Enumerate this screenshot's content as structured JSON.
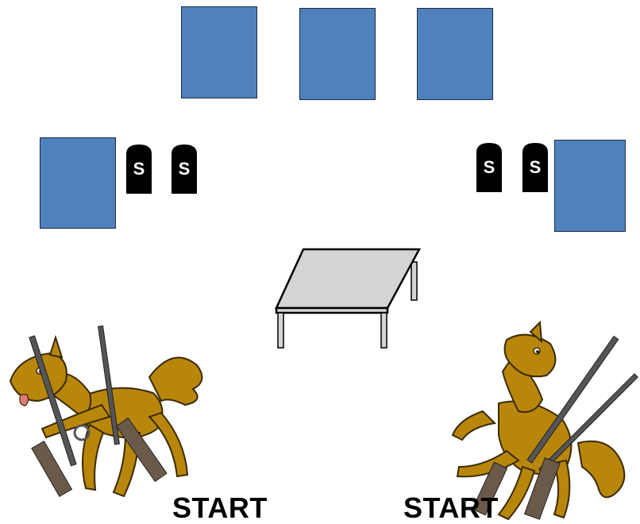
{
  "colors": {
    "target_fill": "#4f81bd",
    "target_stroke": "#1f2a44",
    "stone_fill": "#000000",
    "stone_letter": "#ffffff",
    "table_top": "#d4d4d4",
    "table_outline": "#000000",
    "horse_body": "#b8860b",
    "horse_outline": "#3a2a00",
    "rifle_metal": "#555555",
    "rifle_wood": "#6b5a4a"
  },
  "stone_letter": "S",
  "labels": {
    "start_left": "START",
    "start_right": "START"
  },
  "icons": {
    "stone": "tombstone-icon",
    "horse": "stick-horse-icon",
    "rifle": "rifle-icon",
    "table": "table-icon"
  }
}
